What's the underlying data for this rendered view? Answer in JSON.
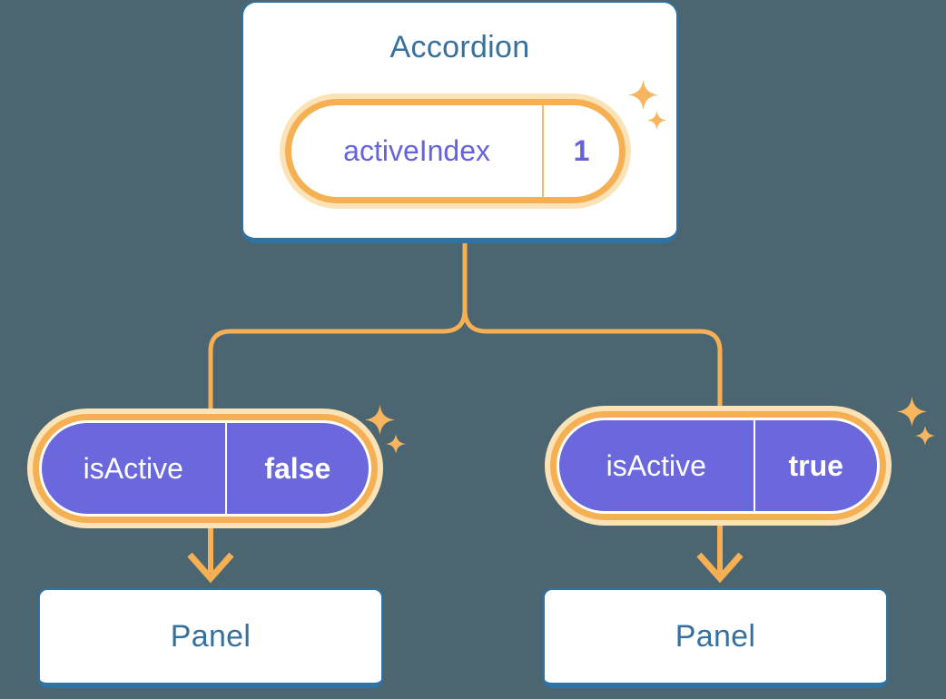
{
  "colors": {
    "background": "#4C6671",
    "node_border_blue": "#2F72A4",
    "node_text_blue": "#35719F",
    "pill_purple_fill": "#6A68DC",
    "purple_text": "#6562DE",
    "accent_orange": "#F5B054",
    "accent_cream": "#FBE2B7",
    "pill_text_white": "#FFFFFF"
  },
  "diagram": {
    "root": {
      "title": "Accordion",
      "state": {
        "label": "activeIndex",
        "value": "1"
      }
    },
    "children": [
      {
        "prop": {
          "label": "isActive",
          "value": "false"
        },
        "child": {
          "title": "Panel"
        }
      },
      {
        "prop": {
          "label": "isActive",
          "value": "true"
        },
        "child": {
          "title": "Panel"
        }
      }
    ]
  }
}
